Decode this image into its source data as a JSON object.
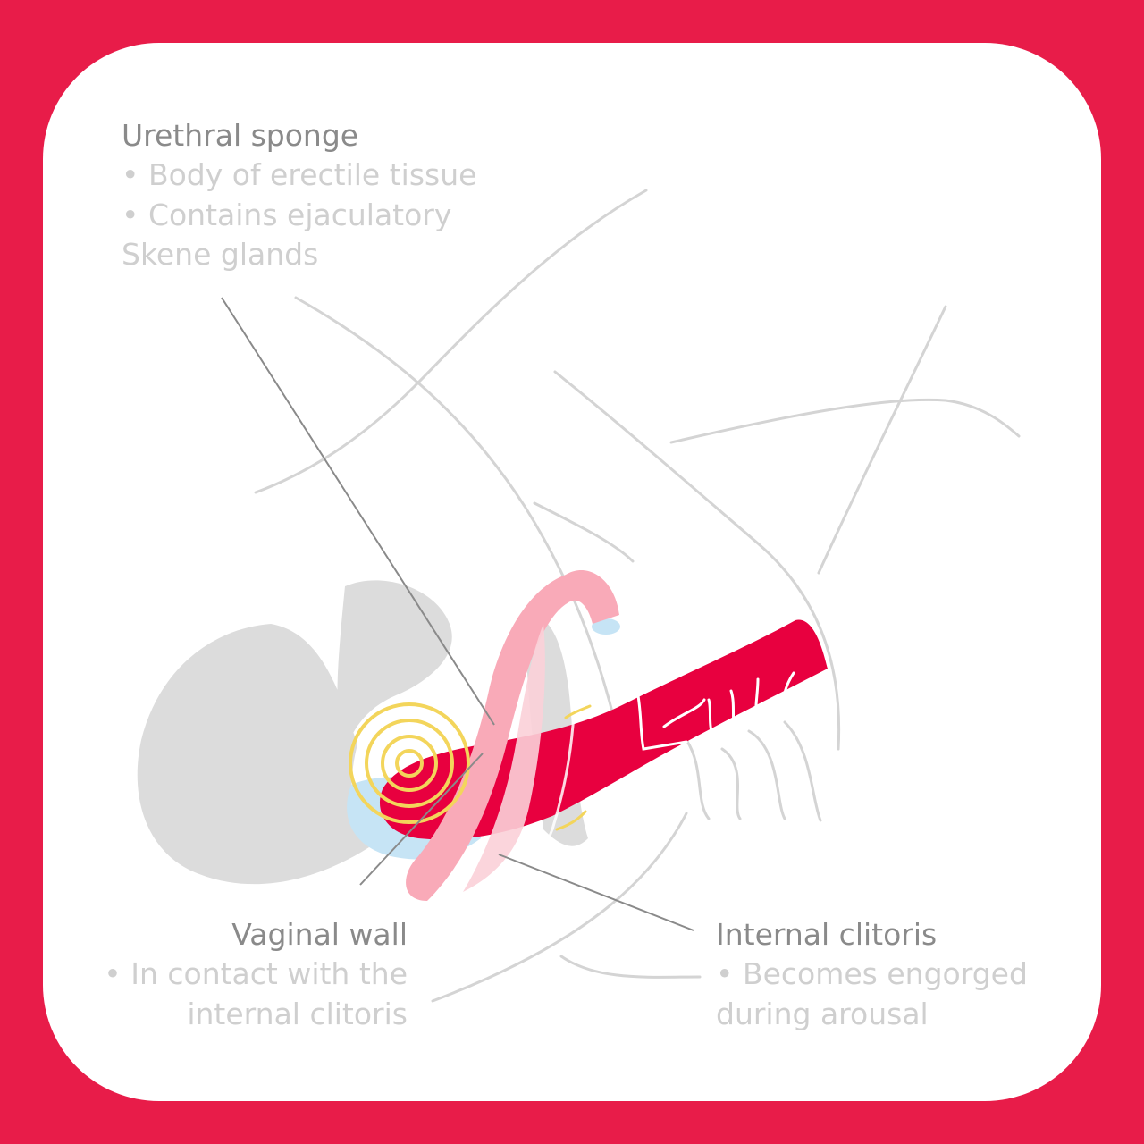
{
  "colors": {
    "frame": "#e81c49",
    "background": "#ffffff",
    "accent_red": "#e8003f",
    "pink": "#f9aab8",
    "light_blue": "#c6e4f5",
    "gray_shape": "#dcdcdc",
    "outline": "#d2d2d2",
    "vibration": "#f3d55b"
  },
  "labels": {
    "urethral_sponge": {
      "title": "Urethral sponge",
      "lines": [
        "• Body of erectile tissue",
        "• Contains ejaculatory",
        "Skene glands"
      ]
    },
    "vaginal_wall": {
      "title": "Vaginal wall",
      "lines": [
        "• In contact with the",
        "internal clitoris"
      ]
    },
    "internal_clitoris": {
      "title": "Internal clitoris",
      "lines": [
        "• Becomes engorged",
        "during arousal"
      ]
    }
  }
}
